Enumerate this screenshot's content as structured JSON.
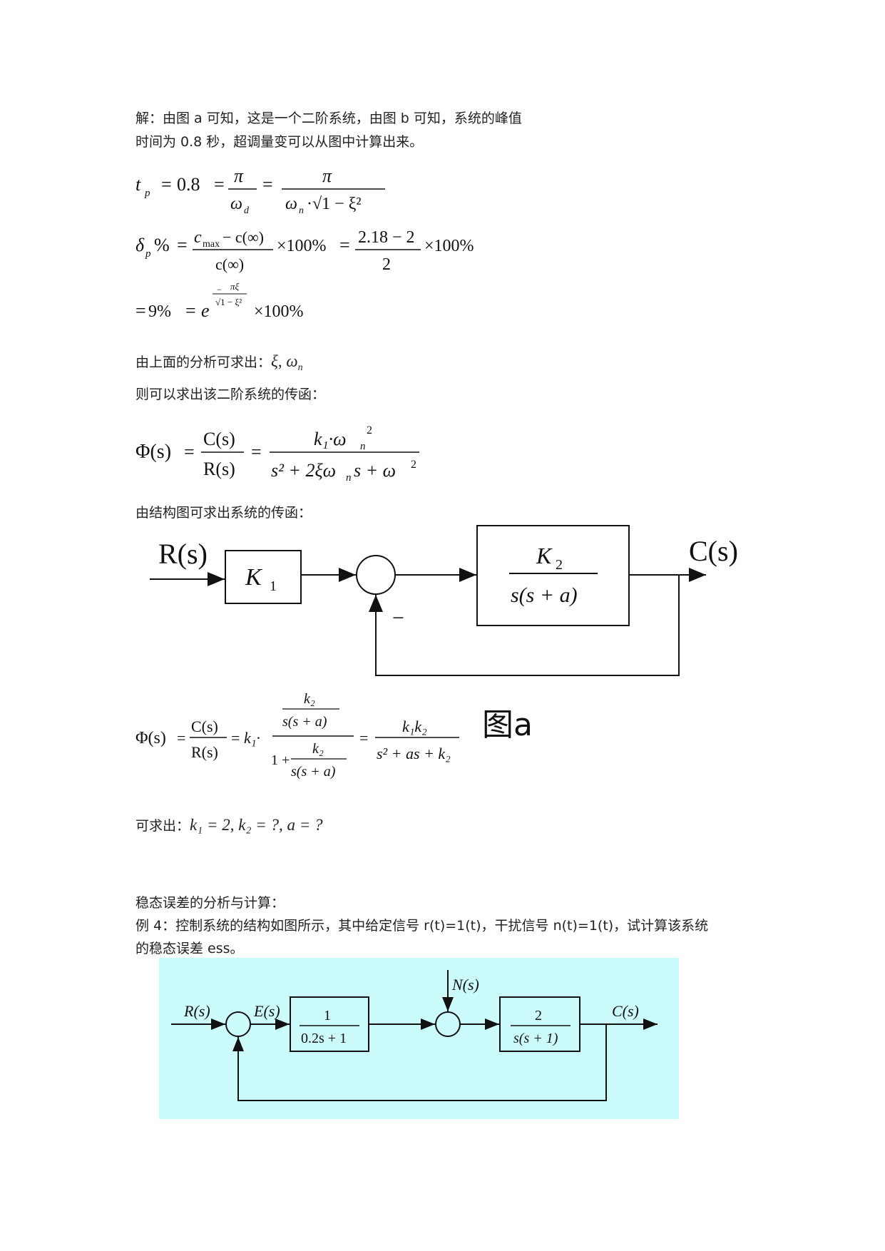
{
  "intro_line1": "解：由图 a 可知，这是一个二阶系统，由图 b 可知，系统的峰值",
  "intro_line2": "时间为 0.8 秒，超调量变可以从图中计算出来。",
  "eq1": {
    "lhs": "t",
    "lhs_sub": "p",
    "value": "0.8",
    "num1": "π",
    "den1": "ω",
    "den1_sub": "d",
    "num2": "π",
    "den2": "ω",
    "den2_sub": "n",
    "den2_rest": "·√1 − ξ²"
  },
  "eq2": {
    "lhs": "δ",
    "lhs_sub": "p",
    "lhs_rest": "%",
    "num1": "c",
    "num1_sub": "max",
    "num1_rest": " − c(∞)",
    "den1": "c(∞)",
    "times1": "×100%",
    "num2": "2.18 − 2",
    "den2": "2",
    "times2": "×100%"
  },
  "eq3": {
    "value": "9%",
    "base": "e",
    "exp_num": "πξ",
    "exp_den": "√1 − ξ²",
    "times": "×100%"
  },
  "analysis_text": "由上面的分析可求出：",
  "analysis_vars": "ξ, ω",
  "analysis_sub": "n",
  "transfer_intro": "则可以求出该二阶系统的传函：",
  "eq4": {
    "lhs": "Φ(s)",
    "num1": "C(s)",
    "den1": "R(s)",
    "num2": "k₁·ω",
    "num2_sub": "n",
    "num2_sup": "2",
    "den2": "s² + 2ξω",
    "den2_sub": "n",
    "den2_rest": "s + ω",
    "den2_sup": "2"
  },
  "structure_intro": "由结构图可求出系统的传函：",
  "diagram_a": {
    "input": "R(s)",
    "output": "C(s)",
    "gain": "K",
    "gain_sub": "1",
    "plant_num": "K",
    "plant_num_sub": "2",
    "plant_den": "s(s + a)",
    "feedback_sign": "−"
  },
  "eq5": {
    "lhs": "Φ(s)",
    "num1": "C(s)",
    "den1": "R(s)",
    "mult": "k₁·",
    "inner_num": "k₂",
    "inner_den": "s(s + a)",
    "one": "1 + ",
    "final_num": "k₁k₂",
    "final_den": "s² + as + k₂"
  },
  "figure_a_label": "图a",
  "results_text": "可求出：",
  "results_expr": "k₁ = 2, k₂ = ?, a = ?",
  "section_heading": "稳态误差的分析与计算：",
  "example_line1": "例 4：控制系统的结构如图所示，其中给定信号 r(t)=1(t)，干扰信号 n(t)=1(t)，试计算该系统",
  "example_line2": "的稳态误差 ess。",
  "diagram_b": {
    "input": "R(s)",
    "error": "E(s)",
    "disturbance": "N(s)",
    "output": "C(s)",
    "block1_num": "1",
    "block1_den": "0.2s + 1",
    "block2_num": "2",
    "block2_den": "s(s + 1)",
    "background": "#ccfbfc"
  }
}
